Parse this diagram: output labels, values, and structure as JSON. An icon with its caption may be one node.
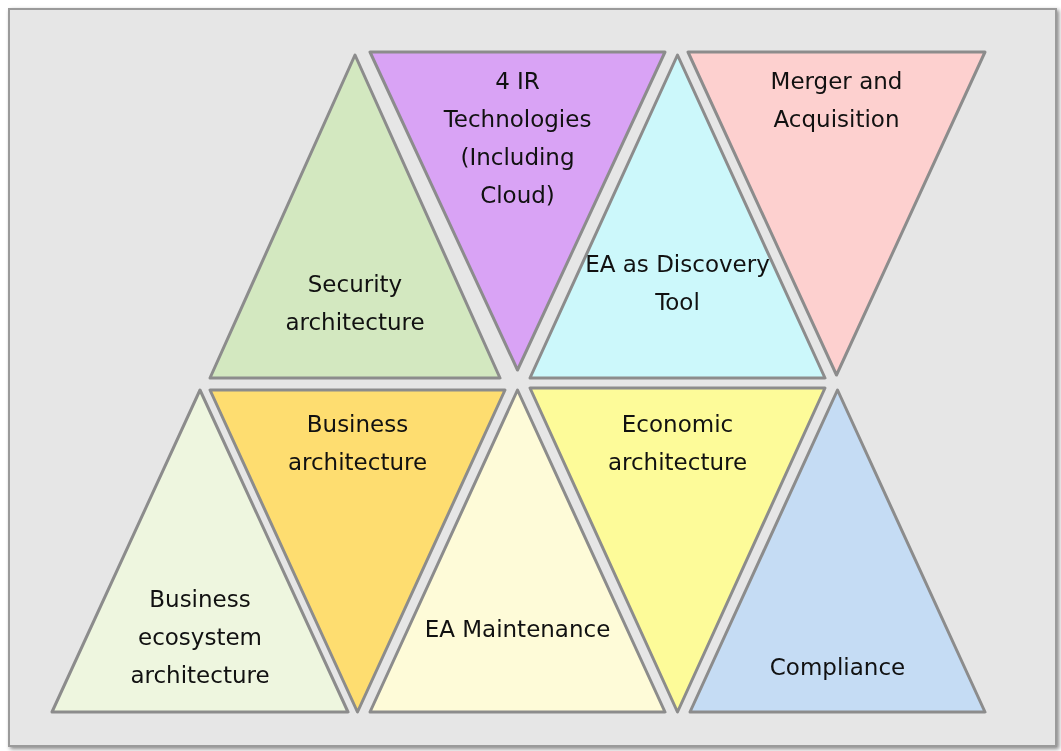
{
  "diagram": {
    "nodes": [
      {
        "text": [
          "Security architecture"
        ]
      },
      {
        "text": [
          "4 IR Technologies (Including Cloud)"
        ]
      },
      {
        "text": [
          "EA as Discovery Tool"
        ]
      },
      {
        "text": [
          "Merger and Acquisition"
        ]
      },
      {
        "text": [
          "Business ecosystem architecture"
        ]
      },
      {
        "text": [
          "Business architecture"
        ]
      },
      {
        "text": [
          "EA Maintenance"
        ]
      },
      {
        "text": [
          "Economic architecture"
        ]
      },
      {
        "text": [
          "Compliance"
        ]
      }
    ]
  }
}
